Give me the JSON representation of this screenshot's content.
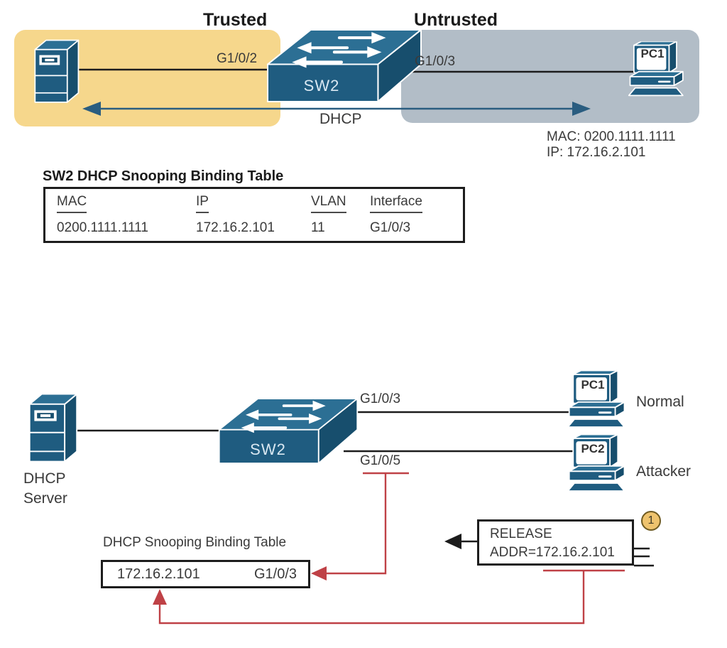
{
  "colors": {
    "zone-yellow": "#f6d78c",
    "zone-gray": "#b2bdc7",
    "device-top": "#2c6f94",
    "device-front": "#1f5c80",
    "device-side": "#174e6d",
    "line-red": "#bf4146",
    "line-blue": "#2a5d80",
    "badge-gold": "#eec36e"
  },
  "top": {
    "trusted_label": "Trusted",
    "untrusted_label": "Untrusted",
    "switch_label": "SW2",
    "port_left": "G1/0/2",
    "port_right": "G1/0/3",
    "dhcp_label": "DHCP",
    "pc_label": "PC1",
    "mac_line": "MAC: 0200.1111.1111",
    "ip_line": "IP: 172.16.2.101"
  },
  "binding_table_top": {
    "title": "SW2 DHCP Snooping Binding Table",
    "headers": [
      "MAC",
      "IP",
      "VLAN",
      "Interface"
    ],
    "row": [
      "0200.1111.1111",
      "172.16.2.101",
      "11",
      "G1/0/3"
    ]
  },
  "bottom": {
    "server_label_line1": "DHCP",
    "server_label_line2": "Server",
    "switch_label": "SW2",
    "port_top": "G1/0/3",
    "port_bottom": "G1/0/5",
    "pc1_label": "PC1",
    "pc1_role": "Normal",
    "pc2_label": "PC2",
    "pc2_role": "Attacker",
    "release_line1": "RELEASE",
    "release_line2": "ADDR=172.16.2.101",
    "step_badge": "1"
  },
  "binding_table_bottom": {
    "title": "DHCP Snooping Binding Table",
    "ip": "172.16.2.101",
    "interface": "G1/0/3"
  }
}
